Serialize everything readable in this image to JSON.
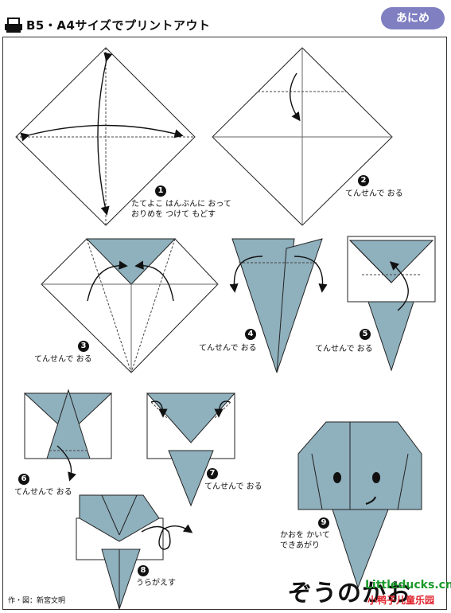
{
  "header": {
    "title": "B5・A4サイズでプリントアウト",
    "badge": "あにめ"
  },
  "steps": [
    {
      "num": "1",
      "lines": [
        "たてよこ はんぶんに おって",
        "おりめを つけて もどす"
      ]
    },
    {
      "num": "2",
      "lines": [
        "てんせんで おる"
      ]
    },
    {
      "num": "3",
      "lines": [
        "てんせんで おる"
      ]
    },
    {
      "num": "4",
      "lines": [
        "てんせんで おる"
      ]
    },
    {
      "num": "5",
      "lines": [
        "てんせんで おる"
      ]
    },
    {
      "num": "6",
      "lines": [
        "てんせんで おる"
      ]
    },
    {
      "num": "7",
      "lines": [
        "てんせんで おる"
      ]
    },
    {
      "num": "8",
      "lines": [
        "うらがえす"
      ]
    },
    {
      "num": "9",
      "lines": [
        "かおを かいて",
        "できあがり"
      ]
    }
  ],
  "credit": "作・図：新宮文明",
  "title": "ぞうのかお",
  "watermark": {
    "site": "Littleducks.cn",
    "name": "小鸭子儿童乐园"
  },
  "colors": {
    "paper": "#8fb0bd",
    "badge": "#7f7fc2",
    "watermark_green": "#1a9a2a",
    "watermark_red": "#e0202a"
  }
}
